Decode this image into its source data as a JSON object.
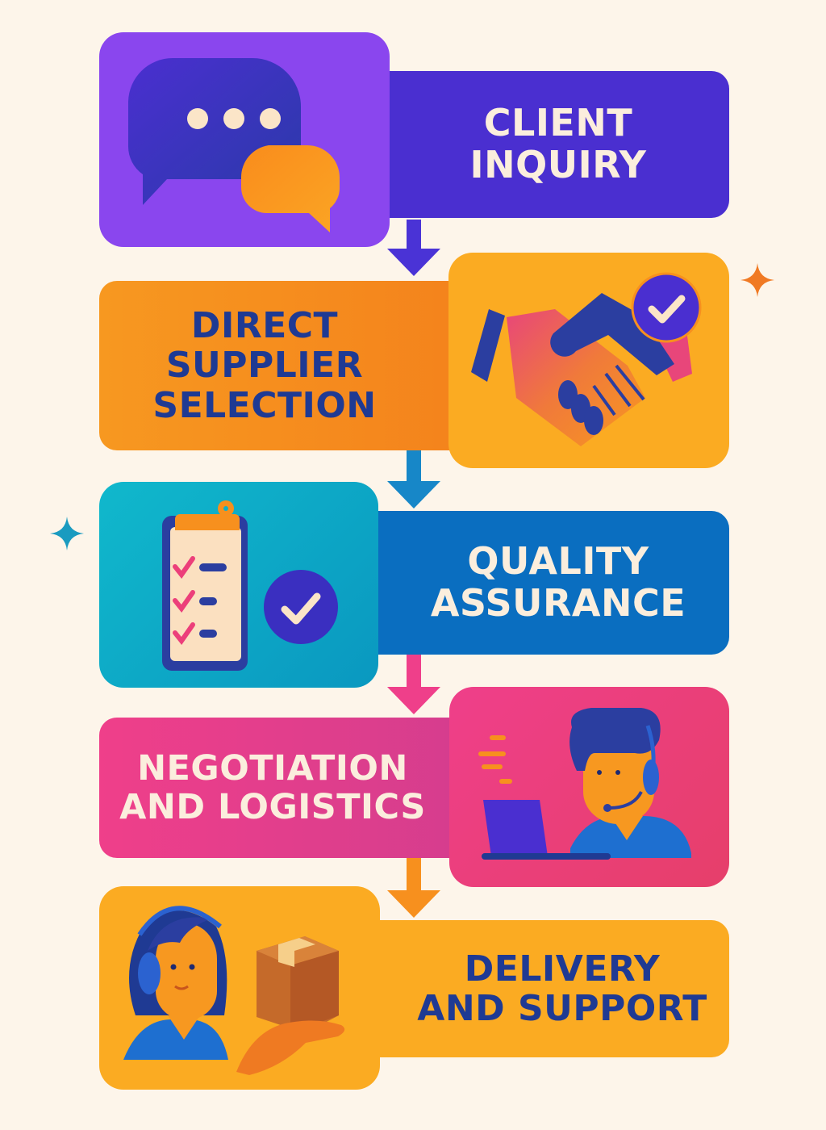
{
  "diagram": {
    "type": "vertical process flow",
    "background": "#fdf5ea",
    "steps": [
      {
        "index": 1,
        "lines": [
          "CLIENT",
          "INQUIRY"
        ],
        "icon": "chat-bubbles-icon",
        "icon_bg": "#8a46ee",
        "label_bg": "#4a2fd0",
        "text_color": "#fbeedd",
        "layout": "icon-left"
      },
      {
        "index": 2,
        "lines": [
          "DIRECT",
          "SUPPLIER",
          "SELECTION"
        ],
        "icon": "handshake-check-icon",
        "icon_bg": "#fbab22",
        "label_bg": "#f7901e",
        "text_color": "#1f3a93",
        "layout": "icon-right"
      },
      {
        "index": 3,
        "lines": [
          "QUALITY",
          "ASSURANCE"
        ],
        "icon": "clipboard-checklist-icon",
        "icon_bg": "#10b0c8",
        "label_bg": "#0a6ec0",
        "text_color": "#fbeedd",
        "layout": "icon-left"
      },
      {
        "index": 4,
        "lines": [
          "NEGOTIATION",
          "AND LOGISTICS"
        ],
        "icon": "agent-with-headset-laptop-icon",
        "icon_bg": "#ef3f8a",
        "label_bg": "#ea3d8b",
        "text_color": "#fbeedd",
        "layout": "icon-right"
      },
      {
        "index": 5,
        "lines": [
          "DELIVERY",
          "AND SUPPORT"
        ],
        "icon": "agent-holding-package-icon",
        "icon_bg": "#fbab22",
        "label_bg": "#fbab22",
        "text_color": "#1f3a93",
        "layout": "icon-left"
      }
    ],
    "connectors": [
      {
        "from": 1,
        "to": 2,
        "color": "#4a33d6"
      },
      {
        "from": 2,
        "to": 3,
        "color": "#1787c8"
      },
      {
        "from": 3,
        "to": 4,
        "color": "#ef3f8a"
      },
      {
        "from": 4,
        "to": 5,
        "color": "#f7901e"
      }
    ],
    "decorations": [
      {
        "type": "sparkle",
        "color": "#f07a24",
        "position": "right of step 2"
      },
      {
        "type": "sparkle",
        "color": "#1a9bc0",
        "position": "left of step 3"
      }
    ]
  }
}
